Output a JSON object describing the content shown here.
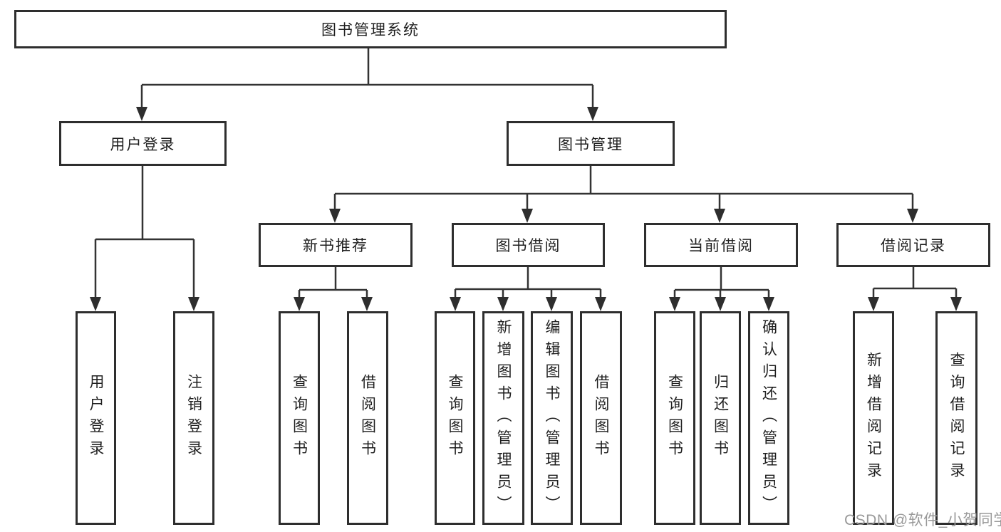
{
  "diagram_title": "图书管理系统",
  "watermark": "CSDN @软件_小贺同学",
  "colors": {
    "line": "#333333",
    "box_border": "#2e2e2e",
    "text": "#1f1f1f",
    "watermark": "#999999",
    "background": "#ffffff"
  },
  "tree": {
    "root": {
      "label": "图书管理系统",
      "children": [
        {
          "label": "用户登录",
          "children": [
            {
              "label": "用户登录"
            },
            {
              "label": "注销登录"
            }
          ]
        },
        {
          "label": "图书管理",
          "children": [
            {
              "label": "新书推荐",
              "children": [
                {
                  "label": "查询图书"
                },
                {
                  "label": "借阅图书"
                }
              ]
            },
            {
              "label": "图书借阅",
              "children": [
                {
                  "label": "查询图书"
                },
                {
                  "label": "新增图书（管理员）"
                },
                {
                  "label": "编辑图书（管理员）"
                },
                {
                  "label": "借阅图书"
                }
              ]
            },
            {
              "label": "当前借阅",
              "children": [
                {
                  "label": "查询图书"
                },
                {
                  "label": "归还图书"
                },
                {
                  "label": "确认归还（管理员）"
                }
              ]
            },
            {
              "label": "借阅记录",
              "children": [
                {
                  "label": "新增借阅记录"
                },
                {
                  "label": "查询借阅记录"
                }
              ]
            }
          ]
        }
      ]
    }
  }
}
